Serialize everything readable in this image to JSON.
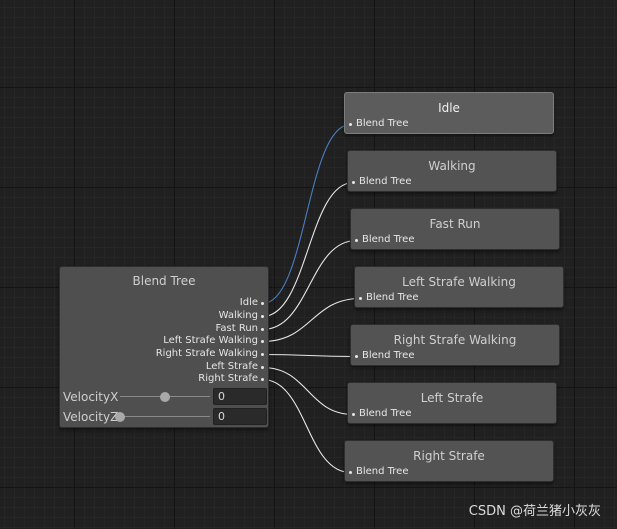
{
  "blend_tree": {
    "title": "Blend Tree",
    "outputs": [
      "Idle",
      "Walking",
      "Fast Run",
      "Left Strafe Walking",
      "Right Strafe Walking",
      "Left Strafe",
      "Right Strafe"
    ],
    "params": [
      {
        "label": "VelocityX",
        "value": "0",
        "slider_fraction": 0.5
      },
      {
        "label": "VelocityZ",
        "value": "0",
        "slider_fraction": 0.0
      }
    ]
  },
  "children": [
    {
      "title": "Idle",
      "input_label": "Blend Tree",
      "selected": true
    },
    {
      "title": "Walking",
      "input_label": "Blend Tree"
    },
    {
      "title": "Fast Run",
      "input_label": "Blend Tree"
    },
    {
      "title": "Left Strafe Walking",
      "input_label": "Blend Tree"
    },
    {
      "title": "Right Strafe Walking",
      "input_label": "Blend Tree"
    },
    {
      "title": "Left Strafe",
      "input_label": "Blend Tree"
    },
    {
      "title": "Right Strafe",
      "input_label": "Blend Tree"
    }
  ],
  "colors": {
    "selected_wire": "#4a7fc0",
    "wire": "#e8e8e8"
  },
  "watermark": "CSDN @荷兰猪小灰灰"
}
